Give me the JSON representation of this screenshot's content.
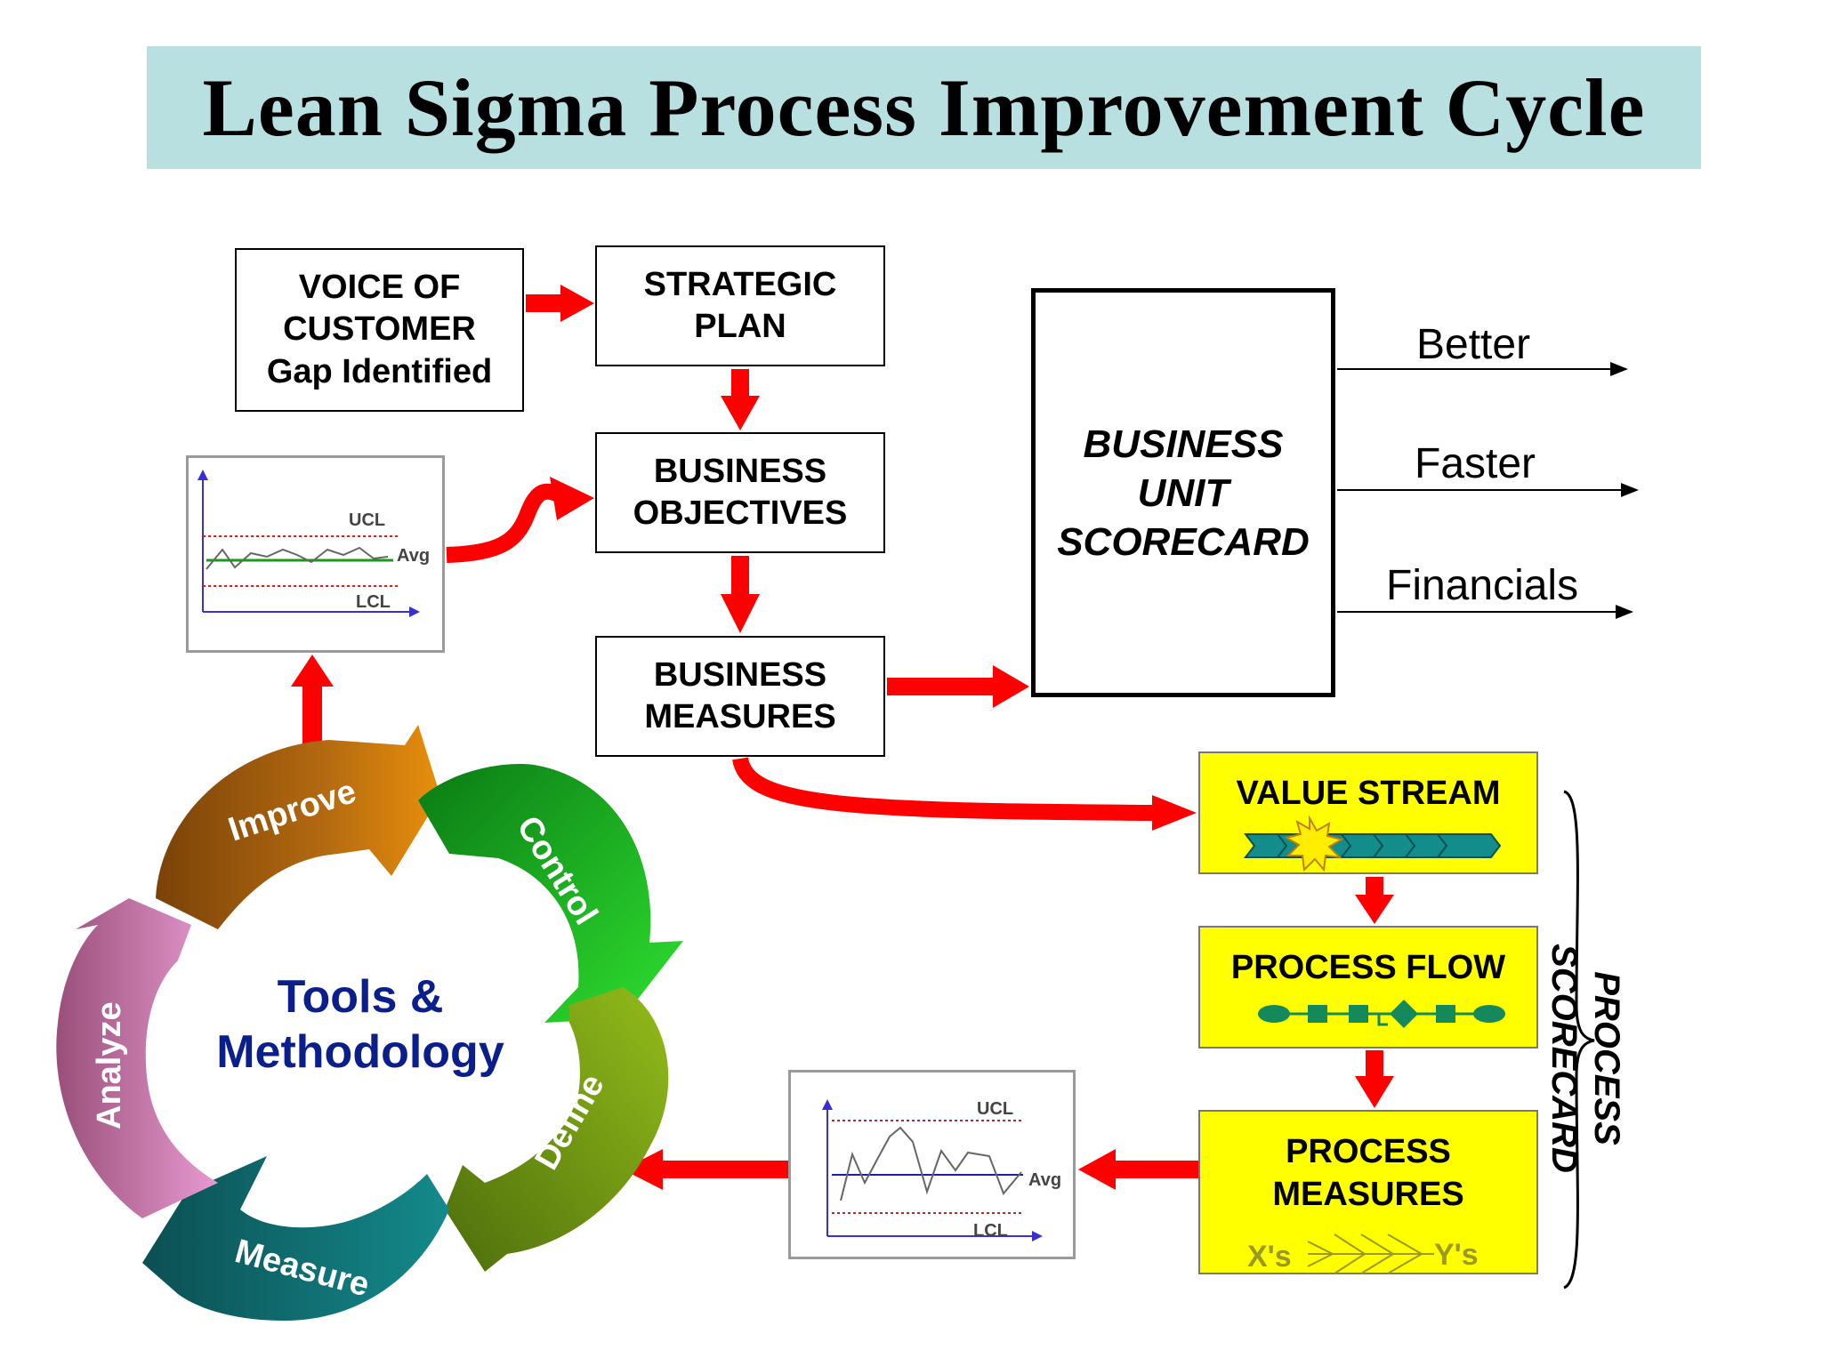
{
  "title": "Lean Sigma Process Improvement Cycle",
  "boxes": {
    "voice_of_customer": [
      "VOICE OF",
      "CUSTOMER",
      "Gap Identified"
    ],
    "strategic_plan": [
      "STRATEGIC",
      "PLAN"
    ],
    "business_objectives": [
      "BUSINESS",
      "OBJECTIVES"
    ],
    "business_measures": [
      "BUSINESS",
      "MEASURES"
    ],
    "business_unit_scorecard": [
      "BUSINESS",
      "UNIT",
      "SCORECARD"
    ]
  },
  "outcomes": [
    "Better",
    "Faster",
    "Financials"
  ],
  "process_scorecard": {
    "label": [
      "PROCESS",
      "SCORECARD"
    ],
    "value_stream": "VALUE STREAM",
    "process_flow": "PROCESS FLOW",
    "process_measures": [
      "PROCESS",
      "MEASURES"
    ],
    "xs": "X's",
    "ys": "Y's"
  },
  "control_chart_top": {
    "ucl": "UCL",
    "avg": "Avg",
    "lcl": "LCL"
  },
  "control_chart_bottom": {
    "ucl": "UCL",
    "avg": "Avg",
    "lcl": "LCL"
  },
  "cycle": {
    "center": [
      "Tools &",
      "Methodology"
    ],
    "phases": [
      "Improve",
      "Control",
      "Define",
      "Measure",
      "Analyze"
    ]
  },
  "colors": {
    "title_bg": "#b9e0e0",
    "arrow_red": "#ff0000",
    "process_box": "#ffff00",
    "center_text": "#0a1e8c",
    "improve": "#b2690f",
    "control": "#10b020",
    "define": "#6f9a12",
    "measure": "#0f6e70",
    "analyze": "#c85a9a"
  }
}
